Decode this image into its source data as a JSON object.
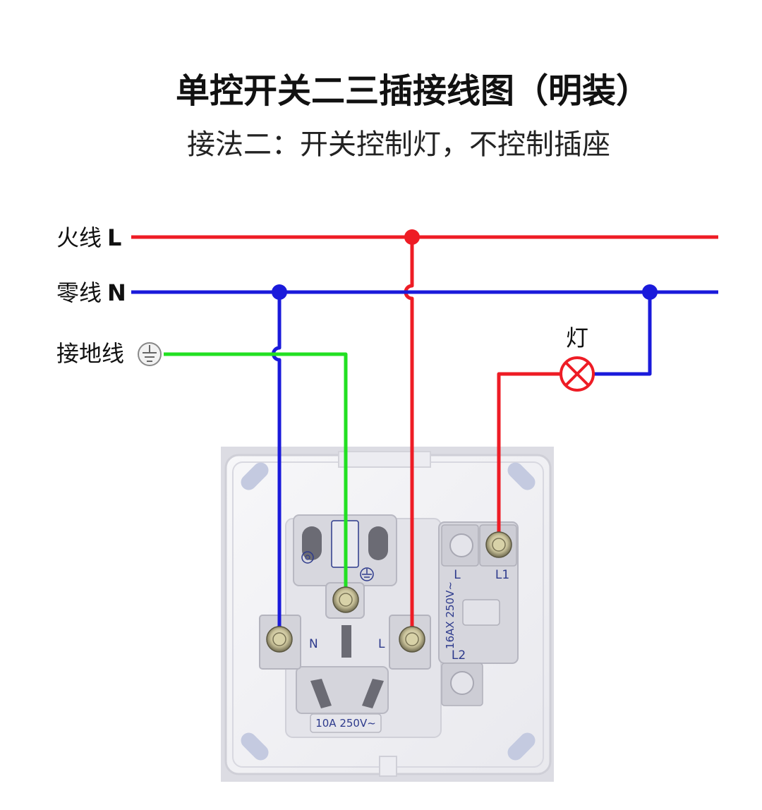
{
  "title": "单控开关二三插接线图（明装）",
  "subtitle": "接法二：开关控制灯，不控制插座",
  "wires": {
    "live": {
      "label": "火线",
      "letter": "L",
      "color": "#ee1c25"
    },
    "neutral": {
      "label": "零线",
      "letter": "N",
      "color": "#1a1adb"
    },
    "ground": {
      "label": "接地线",
      "color": "#22e022"
    }
  },
  "lamp": {
    "label": "灯"
  },
  "socket": {
    "terminal_n": "N",
    "terminal_l": "L",
    "rating": "10A 250V~"
  },
  "switch": {
    "terminal_l": "L",
    "terminal_l1": "L1",
    "terminal_l2": "L2",
    "rating": "16AX 250V~"
  },
  "icons": [
    "ground-symbol-icon",
    "lamp-icon",
    "cccf-mark-icon",
    "screw-terminal-icon"
  ]
}
